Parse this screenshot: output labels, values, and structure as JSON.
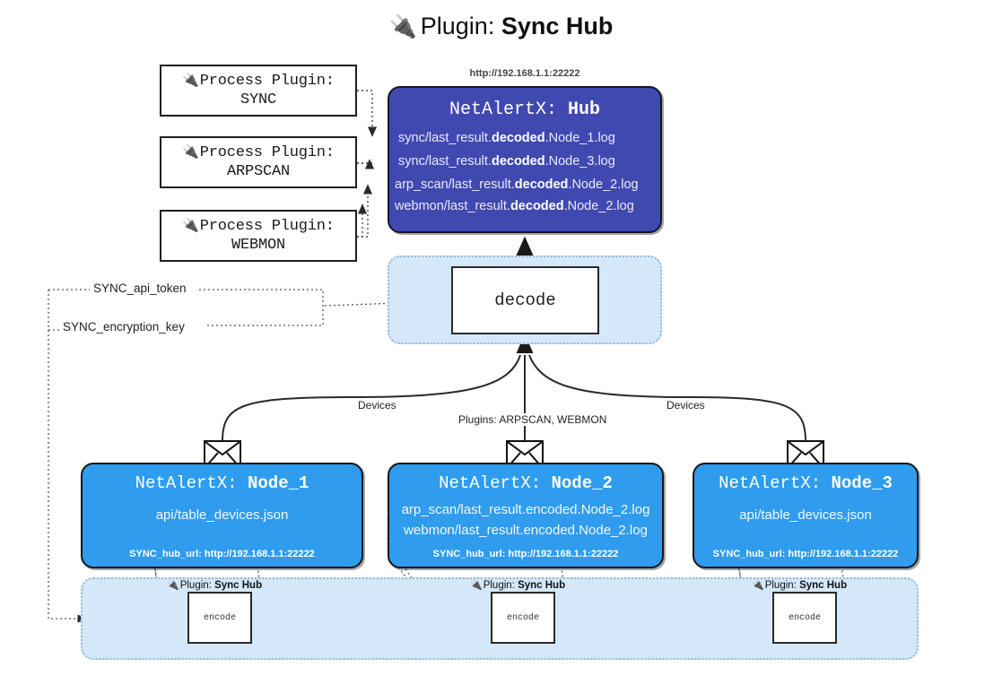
{
  "page": {
    "title_icon": "electric-plug-icon",
    "title_prefix": "Plugin: ",
    "title_name": "Sync Hub"
  },
  "process_plugins": [
    {
      "line1": "Process Plugin:",
      "line2": "SYNC"
    },
    {
      "line1": "Process Plugin:",
      "line2": "ARPSCAN"
    },
    {
      "line1": "Process Plugin:",
      "line2": "WEBMON"
    }
  ],
  "hub": {
    "url": "http://192.168.1.1:22222",
    "title_prefix": "NetAlertX: ",
    "title_name": "Hub",
    "logs": [
      {
        "pre": "sync/last_result.",
        "em": "decoded",
        "post": ".Node_1.log"
      },
      {
        "pre": "sync/last_result.",
        "em": "decoded",
        "post": ".Node_3.log"
      },
      {
        "pre": "arp_scan/last_result.",
        "em": "decoded",
        "post": ".Node_2.log"
      },
      {
        "pre": "webmon/last_result.",
        "em": "decoded",
        "post": ".Node_2.log"
      }
    ]
  },
  "decode": {
    "label": "decode"
  },
  "settings": {
    "api_token": "SYNC_api_token",
    "encryption_key": "SYNC_encryption_key"
  },
  "edge_labels": {
    "devices_left": "Devices",
    "plugins_center": "Plugins: ARPSCAN, WEBMON",
    "devices_right": "Devices"
  },
  "nodes": [
    {
      "title_prefix": "NetAlertX: ",
      "title_name": "Node_1",
      "lines": [
        "api/table_devices.json"
      ],
      "footer": "SYNC_hub_url: http://192.168.1.1:22222"
    },
    {
      "title_prefix": "NetAlertX: ",
      "title_name": "Node_2",
      "lines": [
        "arp_scan/last_result.encoded.Node_2.log",
        "webmon/last_result.encoded.Node_2.log"
      ],
      "footer": "SYNC_hub_url: http://192.168.1.1:22222"
    },
    {
      "title_prefix": "NetAlertX: ",
      "title_name": "Node_3",
      "lines": [
        "api/table_devices.json"
      ],
      "footer": "SYNC_hub_url: http://192.168.1.1:22222"
    }
  ],
  "encoders": [
    {
      "caption_prefix": "Plugin: ",
      "caption_name": "Sync Hub",
      "label": "encode"
    },
    {
      "caption_prefix": "Plugin: ",
      "caption_name": "Sync Hub",
      "label": "encode"
    },
    {
      "caption_prefix": "Plugin: ",
      "caption_name": "Sync Hub",
      "label": "encode"
    }
  ],
  "colors": {
    "hub_fill": "#4049b0",
    "node_fill": "#2f9ced",
    "container_fill": "#d4e8fa",
    "container_border": "#8fb9d8",
    "stroke": "#2a2a2a"
  }
}
